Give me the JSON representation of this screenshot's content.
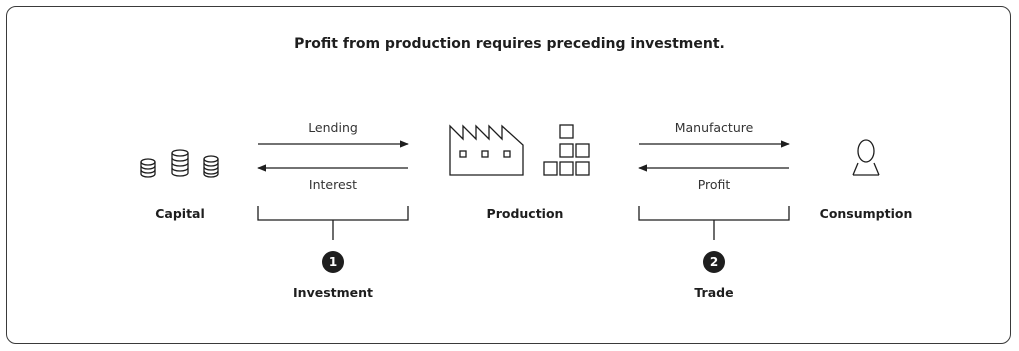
{
  "title": "Profit from production requires preceding investment.",
  "nodes": {
    "capital": "Capital",
    "production": "Production",
    "consumption": "Consumption"
  },
  "flows": {
    "lending": "Lending",
    "interest": "Interest",
    "manufacture": "Manufacture",
    "profit": "Profit"
  },
  "stages": [
    {
      "number": "1",
      "label": "Investment"
    },
    {
      "number": "2",
      "label": "Trade"
    }
  ],
  "icons": {
    "capital": "coin-stacks-icon",
    "production": "factory-icon",
    "goods": "boxes-icon",
    "consumption": "person-icon"
  },
  "colors": {
    "ink": "#1e1e1e",
    "frame": "#3a3a3a",
    "background": "#ffffff"
  }
}
